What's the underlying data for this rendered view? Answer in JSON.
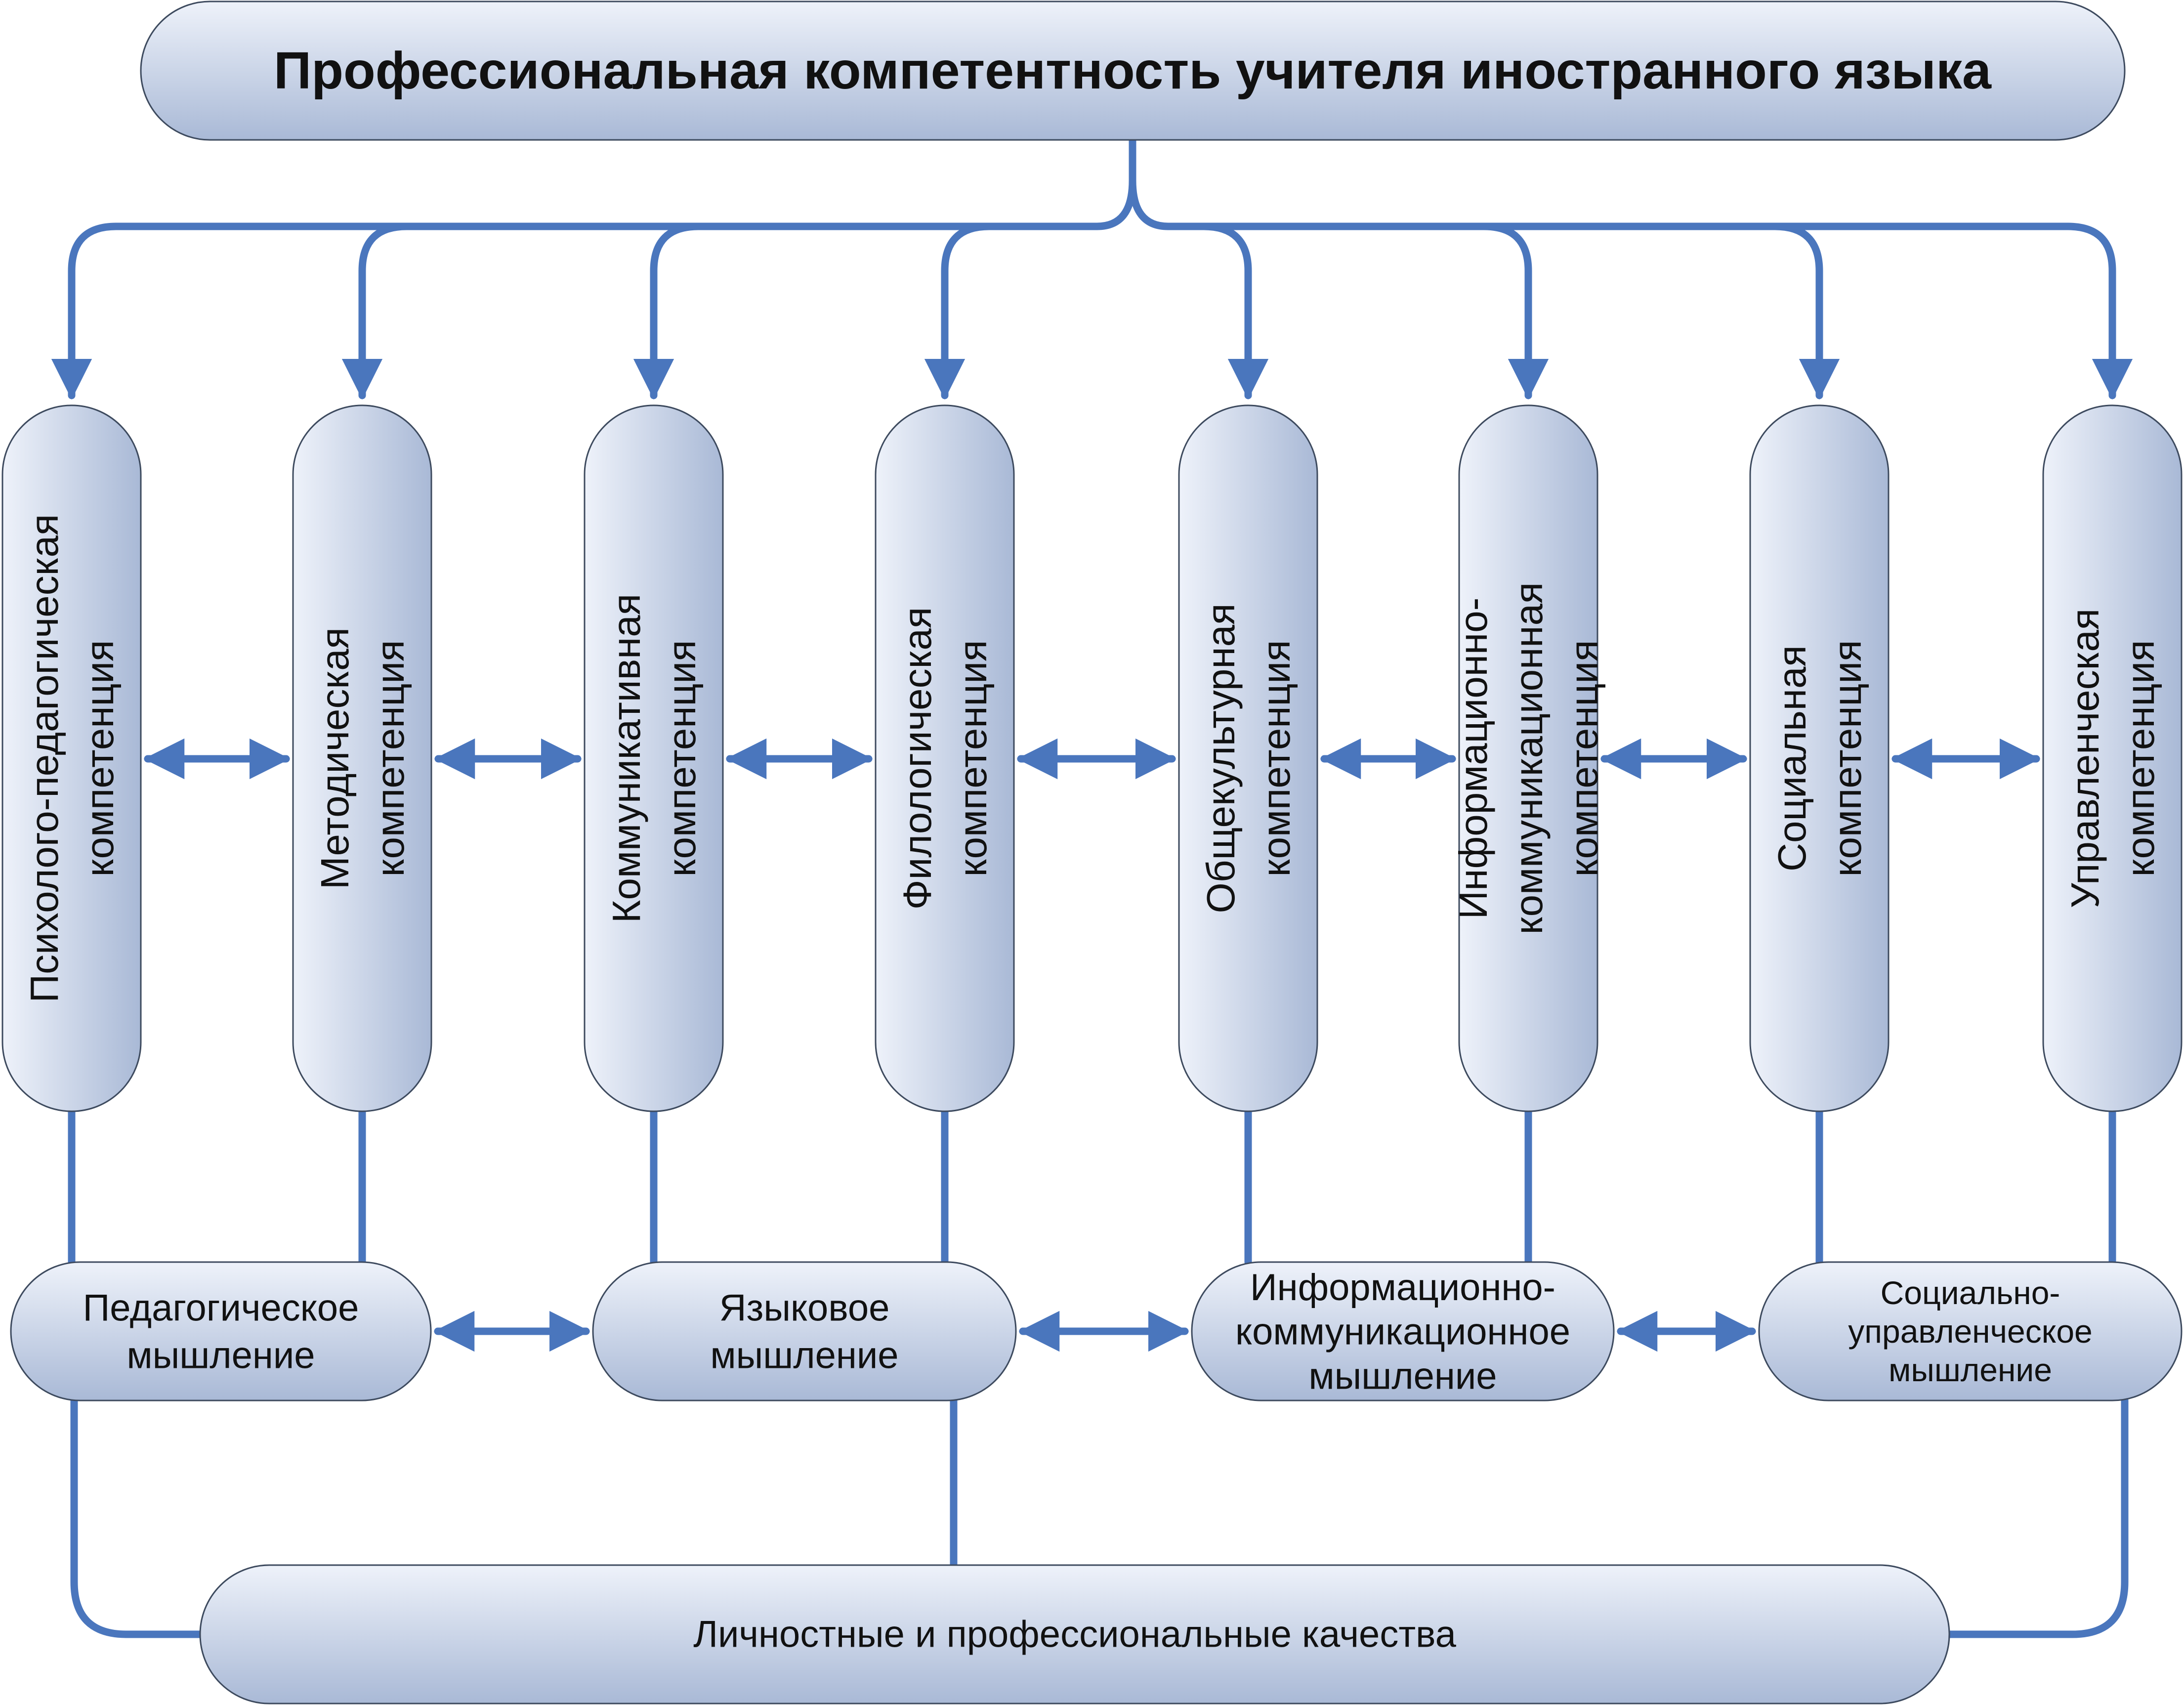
{
  "title": "Профессиональная компетентность учителя иностранного языка",
  "competencies": [
    {
      "lines": [
        "Психолого-педагогическая",
        "компетенция"
      ]
    },
    {
      "lines": [
        "Методическая",
        "компетенция"
      ]
    },
    {
      "lines": [
        "Коммуникативная",
        "компетенция"
      ]
    },
    {
      "lines": [
        "Филологическая",
        "компетенция"
      ]
    },
    {
      "lines": [
        "Общекультурная",
        "компетенция"
      ]
    },
    {
      "lines": [
        "Информационно-",
        "коммуникационная",
        "компетенция"
      ]
    },
    {
      "lines": [
        "Социальная",
        "компетенция"
      ]
    },
    {
      "lines": [
        "Управленческая",
        "компетенция"
      ]
    }
  ],
  "thinking": [
    {
      "lines": [
        "Педагогическое",
        "мышление"
      ]
    },
    {
      "lines": [
        "Языковое",
        "мышление"
      ]
    },
    {
      "lines": [
        "Информационно-",
        "коммуникационное",
        "мышление"
      ]
    },
    {
      "lines": [
        "Социально-",
        "управленческое",
        "мышление"
      ]
    }
  ],
  "qualities": "Личностные и профессиональные качества",
  "colors": {
    "connector": "#4a76bd",
    "pill_light": "#eef2fa",
    "pill_dark": "#a9b9d6",
    "pill_border": "#3d4a5e",
    "text": "#111111"
  }
}
